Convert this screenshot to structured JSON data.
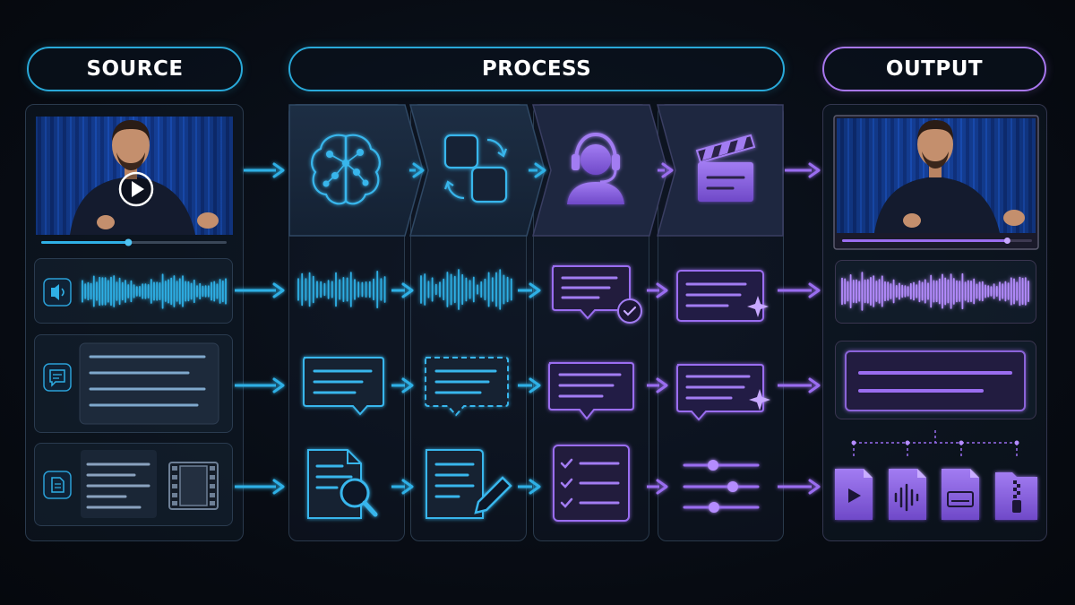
{
  "headers": {
    "source": "SOURCE",
    "process": "PROCESS",
    "output": "OUTPUT"
  },
  "source": {
    "video": {
      "progress": 0.47
    },
    "rows": [
      "audio-waveform",
      "text-document",
      "script-with-film"
    ]
  },
  "process_steps": [
    "brain-icon",
    "transform-icon",
    "headset-person-icon",
    "clapperboard-icon"
  ],
  "output": {
    "video": {
      "progress": 0.87
    },
    "files": [
      "video-file-icon",
      "audio-file-icon",
      "subtitle-file-icon",
      "zip-folder-icon"
    ]
  },
  "colors": {
    "blue": "#2fb0e6",
    "purple": "#9a6df0",
    "purple_light": "#b58cff",
    "panel_border": "#2a3a4d"
  }
}
